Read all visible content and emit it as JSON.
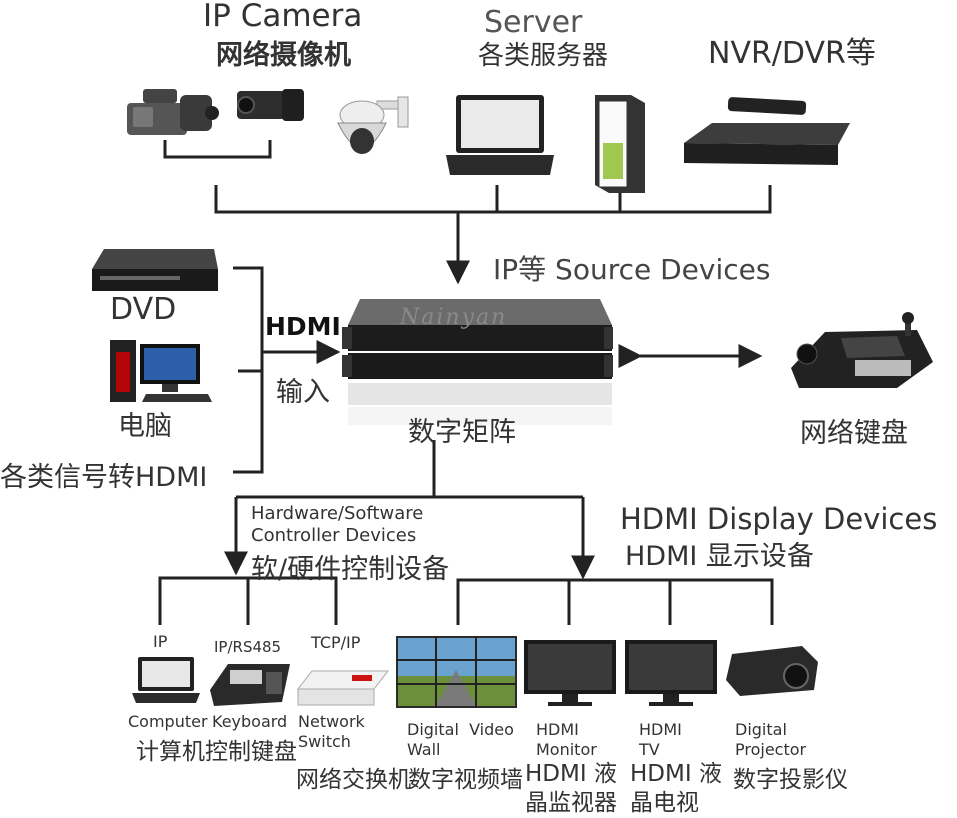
{
  "top": {
    "ip_camera_en": "IP Camera",
    "ip_camera_cn": "网络摄像机",
    "server_en": "Server",
    "server_cn": "各类服务器",
    "nvr": "NVR/DVR等"
  },
  "source_label": "IP等 Source Devices",
  "left": {
    "dvd": "DVD",
    "pc": "电脑",
    "hdmi": "HDMI",
    "input": "输入",
    "signal": "各类信号转HDMI"
  },
  "center": {
    "matrix": "数字矩阵",
    "brand": "Nainyan"
  },
  "keyboard_label": "网络键盘",
  "controller": {
    "en1": "Hardware/Software",
    "en2": "Controller Devices",
    "cn": "软/硬件控制设备",
    "items": [
      {
        "proto": "IP",
        "name": "Computer"
      },
      {
        "proto": "IP/RS485",
        "name": "Keyboard"
      },
      {
        "proto": "TCP/IP",
        "name": "Network\nSwitch"
      }
    ],
    "cn_left": "计算机控制键盘",
    "cn_right": "网络交换机"
  },
  "display": {
    "en": "HDMI Display Devices",
    "cn": "HDMI 显示设备",
    "items": [
      {
        "name": "Digital  Video\nWall"
      },
      {
        "name": "HDMI\nMonitor",
        "cn": "HDMI 液\n晶监视器"
      },
      {
        "name": "HDMI\nTV",
        "cn": "HDMI 液\n晶电视"
      },
      {
        "name": "Digital\nProjector",
        "cn": "数字投影仪"
      }
    ],
    "video_wall_cn": "数字视频墙"
  }
}
